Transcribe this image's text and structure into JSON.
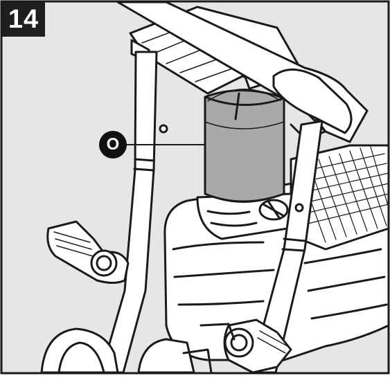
{
  "step": {
    "number": "14"
  },
  "callout": {
    "letter": "O",
    "part": "oil-filter"
  },
  "colors": {
    "background": "#e6e6e6",
    "line": "#1a1a1a",
    "filter_fill": "#a9a9a9",
    "badge": "#1f1f1f"
  }
}
